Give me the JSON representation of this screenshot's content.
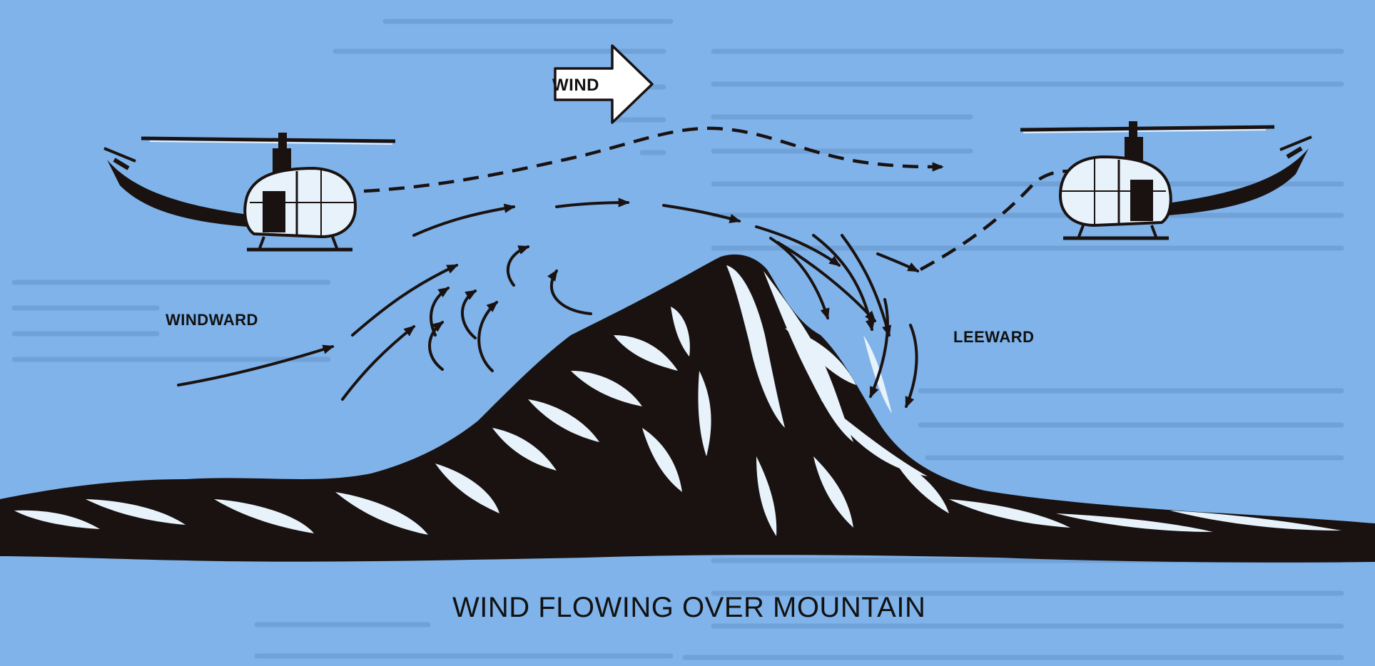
{
  "diagram": {
    "labels": {
      "wind": "WIND",
      "windward": "WINDWARD",
      "leeward": "LEEWARD",
      "caption": "WIND FLOWING OVER MOUNTAIN"
    },
    "colors": {
      "background": "#7fb3ea",
      "ink": "#1a1210",
      "highlight": "#e8f2fb",
      "faded_text": "#4f7fb3"
    },
    "icons": [
      "helicopter-icon",
      "wind-direction-arrow-icon"
    ]
  }
}
